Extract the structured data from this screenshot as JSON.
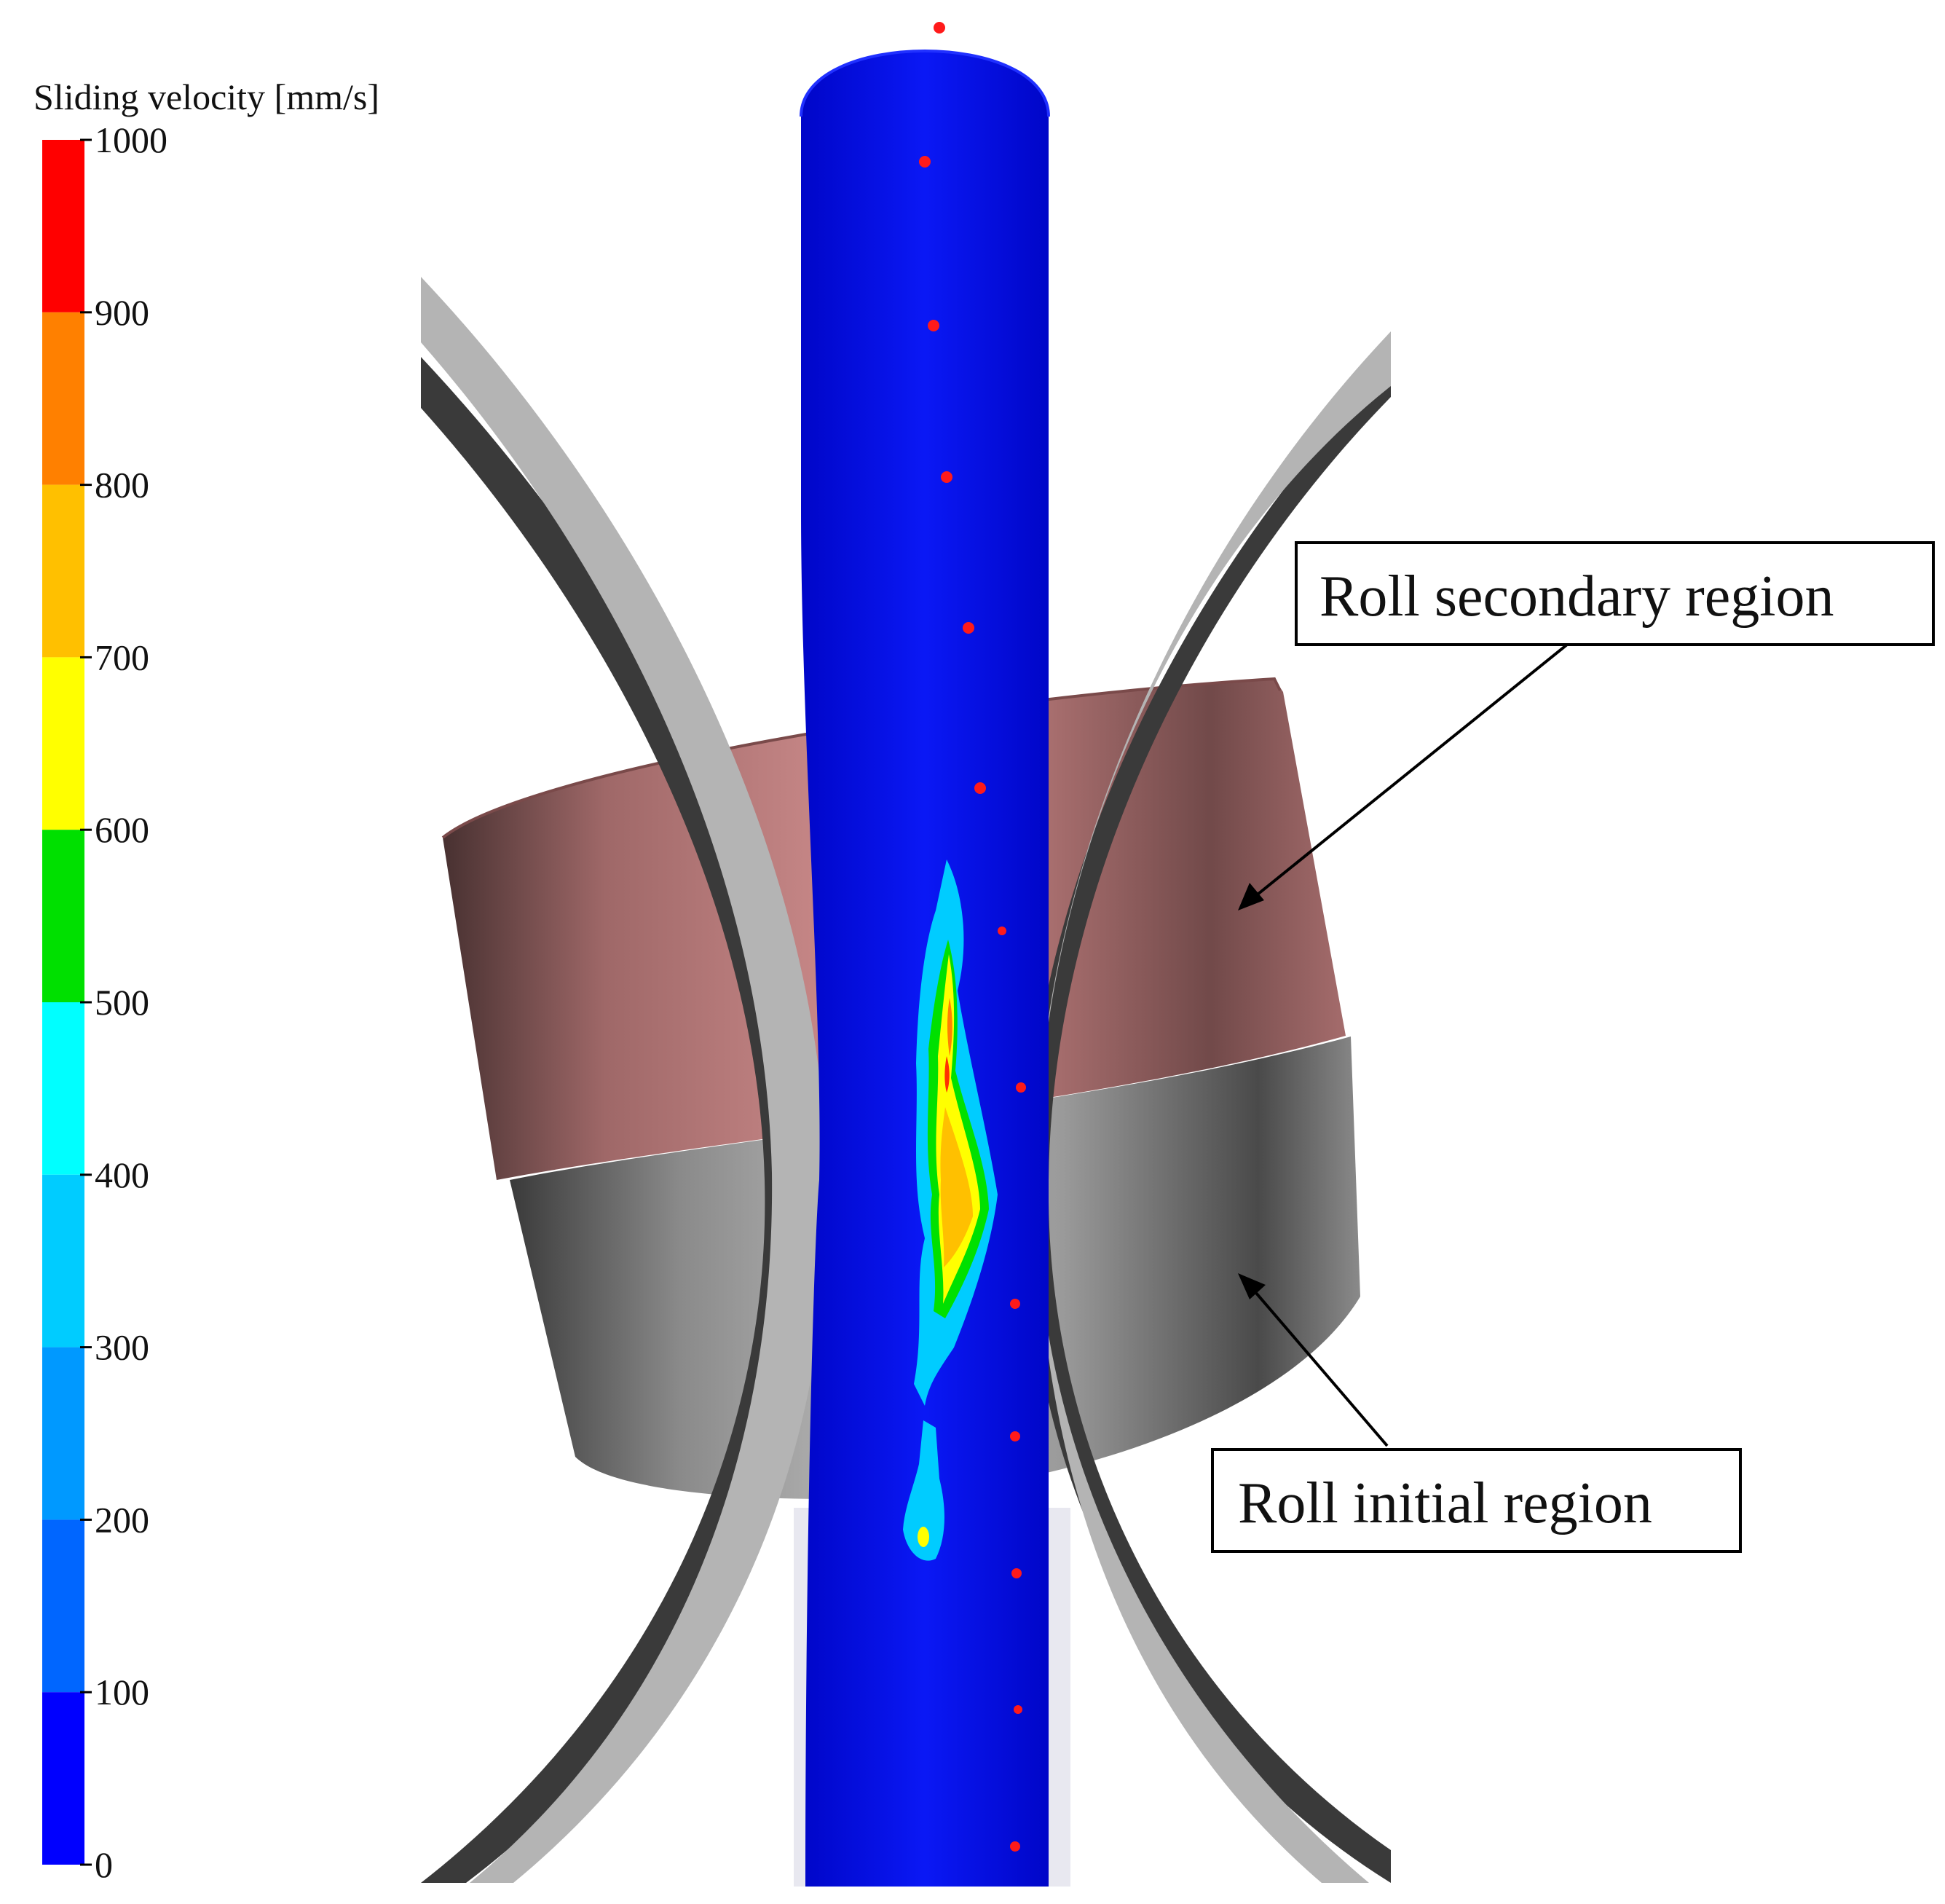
{
  "legend": {
    "title": "Sliding velocity [mm/s]",
    "ticks": [
      "1000",
      "900",
      "800",
      "700",
      "600",
      "500",
      "400",
      "300",
      "200",
      "100",
      "0"
    ],
    "bands": [
      {
        "from": 900,
        "to": 1000,
        "color": "#ff0000"
      },
      {
        "from": 800,
        "to": 900,
        "color": "#ff8000"
      },
      {
        "from": 700,
        "to": 800,
        "color": "#ffc000"
      },
      {
        "from": 600,
        "to": 700,
        "color": "#ffff00"
      },
      {
        "from": 500,
        "to": 600,
        "color": "#00e000"
      },
      {
        "from": 400,
        "to": 500,
        "color": "#00ffff"
      },
      {
        "from": 300,
        "to": 400,
        "color": "#00ccff"
      },
      {
        "from": 200,
        "to": 300,
        "color": "#0099ff"
      },
      {
        "from": 100,
        "to": 200,
        "color": "#0066ff"
      },
      {
        "from": 0,
        "to": 100,
        "color": "#0000ff"
      }
    ]
  },
  "callouts": {
    "secondary": "Roll secondary region",
    "initial": "Roll initial region"
  },
  "colors": {
    "workpiece": "#0a14f0",
    "roll_secondary": "#b97272",
    "roll_initial": "#8e8e8e",
    "guide_ring": "#b4b4b4",
    "marker": "#ff1a1a"
  }
}
